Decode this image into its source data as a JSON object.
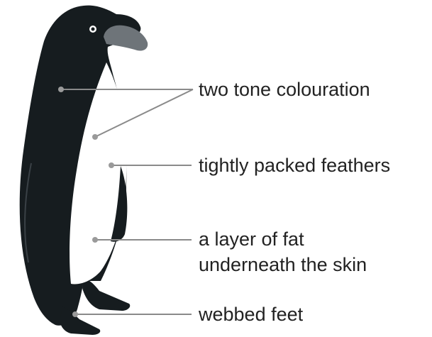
{
  "diagram": {
    "labels": {
      "two_tone": "two tone colouration",
      "feathers": "tightly packed feathers",
      "fat_line1": "a layer of fat",
      "fat_line2": "underneath the skin",
      "feet": "webbed feet"
    },
    "colors": {
      "body_dark": "#161c1f",
      "belly": "#ffffff",
      "beak": "#6e7479",
      "leader_line": "#8a8a8a",
      "dot": "#9a9a9a",
      "text": "#222222"
    }
  }
}
